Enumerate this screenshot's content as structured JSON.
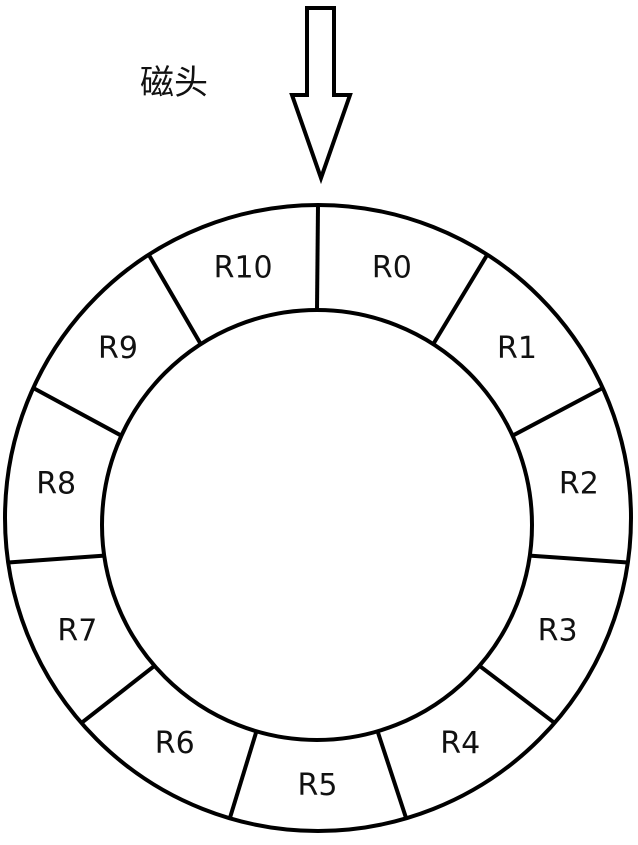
{
  "head_label": "磁头",
  "sectors": [
    "R0",
    "R1",
    "R2",
    "R3",
    "R4",
    "R5",
    "R6",
    "R7",
    "R8",
    "R9",
    "R10"
  ],
  "colors": {
    "stroke": "#000000",
    "fill": "#ffffff",
    "text": "#111111"
  }
}
